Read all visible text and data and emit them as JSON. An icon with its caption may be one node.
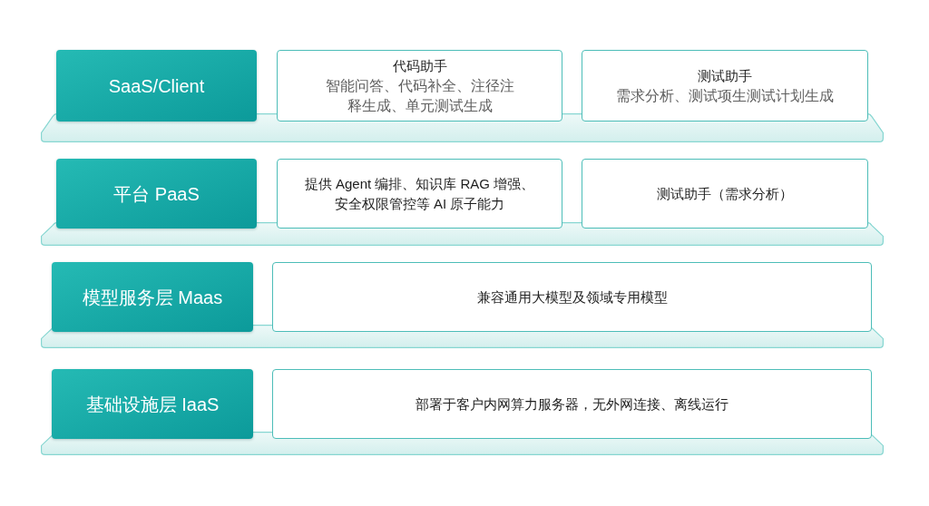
{
  "diagram": {
    "nodes": [
      {
        "text": [
          "SaaS/Client"
        ]
      },
      {
        "text": [
          "代码助手",
          "智能问答、代码补全、注径注释生成、单元测试生成"
        ]
      },
      {
        "text": [
          "测试助手",
          "需求分析、测试项生测试计划生成"
        ]
      },
      {
        "text": [],
        "shape": "band"
      },
      {
        "text": [
          "平台 PaaS"
        ]
      },
      {
        "text": [
          "提供 Agent 编排、知识库 RAG 增强、安全权限管控等 AI 原子能力"
        ]
      },
      {
        "text": [
          "测试助手（需求分析）"
        ]
      },
      {
        "text": [],
        "shape": "band"
      },
      {
        "text": [
          "模型服务层 Maas"
        ]
      },
      {
        "text": [
          "兼容通用大模型及领域专用模型"
        ]
      },
      {
        "text": [],
        "shape": "band"
      },
      {
        "text": [
          "基础设施层 IaaS"
        ]
      },
      {
        "text": [
          "部署于客户内网算力服务器，无外网连接、离线运行"
        ]
      },
      {
        "text": [],
        "shape": "band"
      }
    ],
    "edges": []
  }
}
